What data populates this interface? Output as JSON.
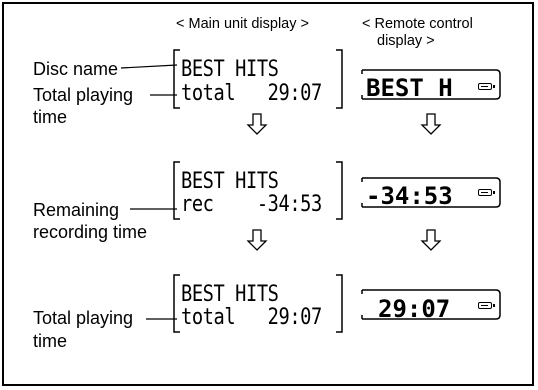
{
  "headers": {
    "main": "< Main unit display >",
    "remote_line1": "< Remote control",
    "remote_line2": "display >"
  },
  "labels": {
    "disc_name": "Disc name",
    "total_playing_1a": "Total playing",
    "total_playing_1b": "time",
    "remaining_a": "Remaining",
    "remaining_b": "recording time",
    "total_playing_2a": "Total playing",
    "total_playing_2b": "time"
  },
  "rows": [
    {
      "main_line1": "BEST HITS",
      "main_line2": "total   29:07",
      "remote": "BEST H"
    },
    {
      "main_line1": "BEST HITS",
      "main_line2": "rec    -34:53",
      "remote": "-34:53"
    },
    {
      "main_line1": "BEST HITS",
      "main_line2": "total   29:07",
      "remote": "29:07"
    }
  ],
  "icons": [
    "battery-icon",
    "down-arrow-icon"
  ]
}
